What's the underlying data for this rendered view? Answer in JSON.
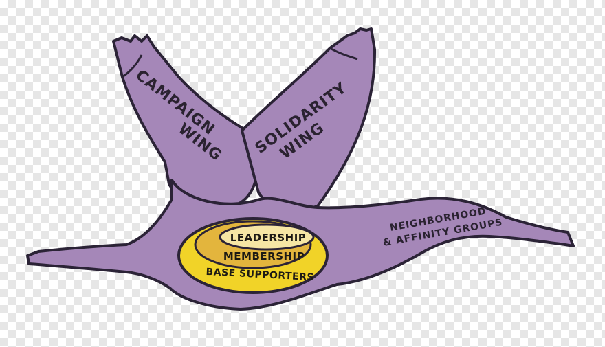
{
  "colors": {
    "bird": "#a587b8",
    "outline": "#2b2336",
    "outer_ring": "#f1d328",
    "middle_ring": "#e3b53d",
    "inner_ring": "#f6e6a4",
    "text": "#2a2230"
  },
  "diagram": {
    "left_wing": {
      "line1": "CAMPAIGN",
      "line2": "WING"
    },
    "right_wing": {
      "line1": "SOLIDARITY",
      "line2": "WING"
    },
    "neck": {
      "line1": "NEIGHBORHOOD",
      "line2": "& AFFINITY GROUPS"
    },
    "rings": {
      "inner": "LEADERSHIP",
      "middle": "MEMBERSHIP",
      "outer": "BASE SUPPORTERS"
    }
  }
}
